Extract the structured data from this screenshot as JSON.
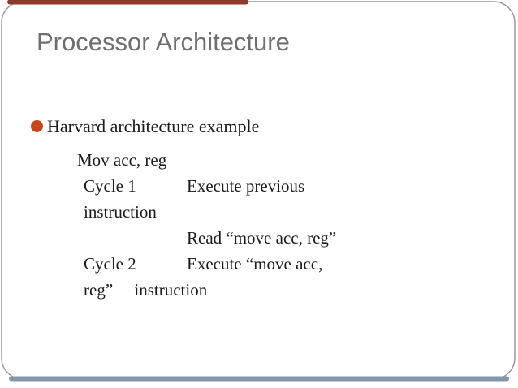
{
  "slide": {
    "title": "Processor Architecture",
    "frame": {
      "border_color": "#9a9a9a",
      "top_accent_color": "#8e3b2b",
      "bottom_accent_color": "#8595ac"
    },
    "bullet": {
      "marker_color": "#c8461a",
      "text": "Harvard architecture example"
    },
    "body": {
      "lines": [
        {
          "c1": "Mov acc, reg",
          "c2": ""
        },
        {
          "c1": "Cycle 1",
          "c2": "Execute previous"
        },
        {
          "c1": "instruction",
          "c2": ""
        },
        {
          "c1": "",
          "c2": "Read “move acc, reg”"
        },
        {
          "c1": "Cycle 2",
          "c2": "Execute “move acc,"
        },
        {
          "c1": "reg”     instruction",
          "c2": ""
        }
      ]
    }
  }
}
